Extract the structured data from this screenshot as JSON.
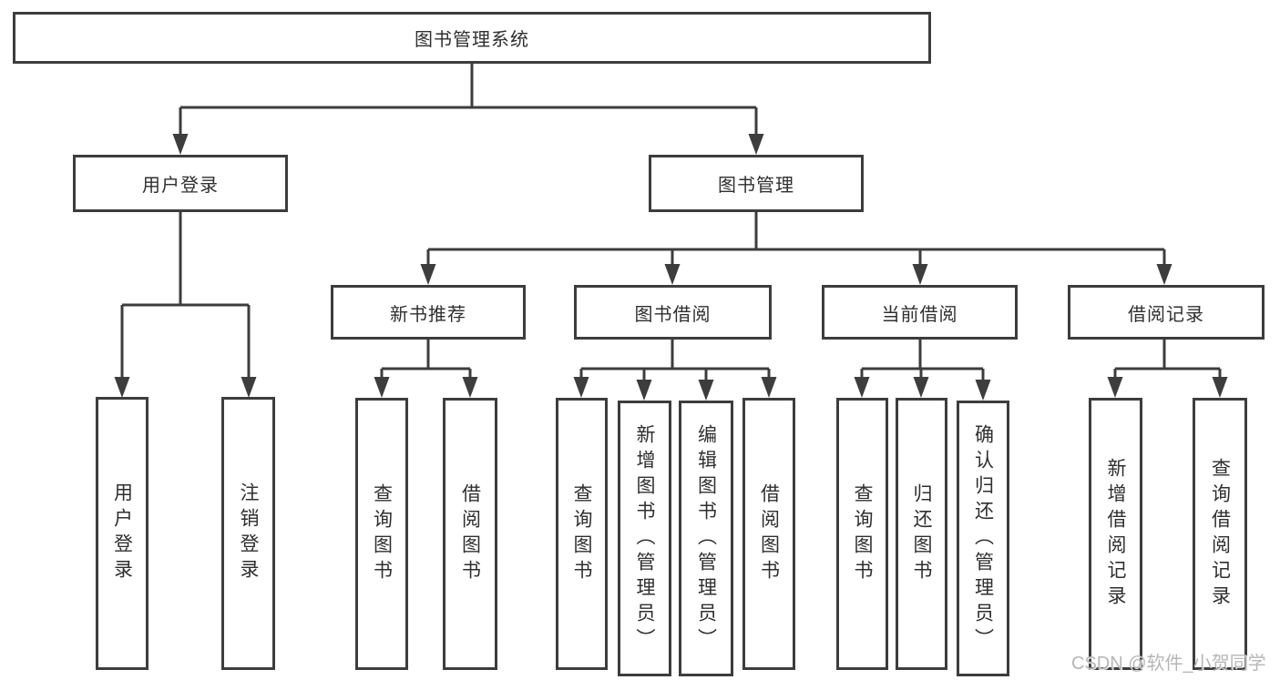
{
  "diagram": {
    "root": {
      "label": "图书管理系统"
    },
    "level2": [
      {
        "label": "用户登录"
      },
      {
        "label": "图书管理"
      }
    ],
    "level3": [
      {
        "label": "新书推荐"
      },
      {
        "label": "图书借阅"
      },
      {
        "label": "当前借阅"
      },
      {
        "label": "借阅记录"
      }
    ],
    "leaves": {
      "user": [
        {
          "label": "用户登录"
        },
        {
          "label": "注销登录"
        }
      ],
      "new_book": [
        {
          "label": "查询图书"
        },
        {
          "label": "借阅图书"
        }
      ],
      "borrow": [
        {
          "label": "查询图书"
        },
        {
          "label": "新增图书（管理员）"
        },
        {
          "label": "编辑图书（管理员）"
        },
        {
          "label": "借阅图书"
        }
      ],
      "current": [
        {
          "label": "查询图书"
        },
        {
          "label": "归还图书"
        },
        {
          "label": "确认归还（管理员）"
        }
      ],
      "records": [
        {
          "label": "新增借阅记录"
        },
        {
          "label": "查询借阅记录"
        }
      ]
    }
  },
  "watermark": {
    "text": "CSDN @软件_小贺同学"
  },
  "colors": {
    "line": "#3d3d3d",
    "text": "#2f2f2f",
    "watermark": "#b2b2b2",
    "background": "#ffffff"
  }
}
